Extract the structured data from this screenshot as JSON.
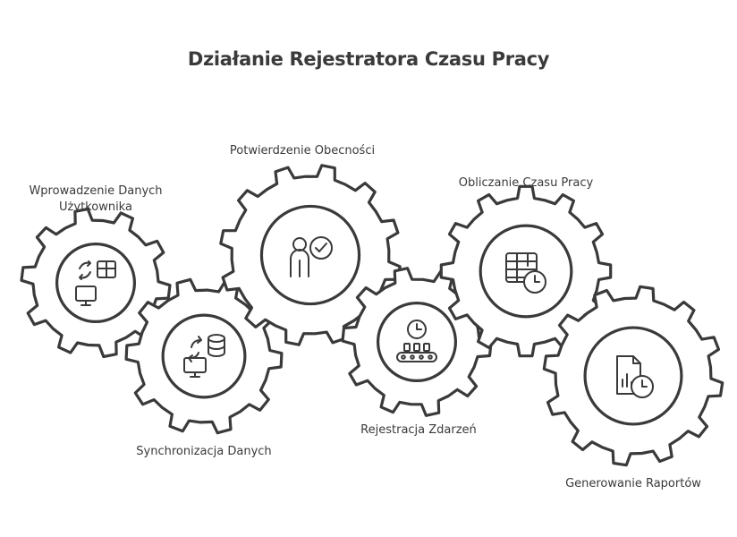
{
  "title": "Działanie Rejestratora Czasu Pracy",
  "steps": [
    {
      "label_lines": [
        "Wprowadzenie Danych",
        "Użytkownika"
      ],
      "icon": "data-input-icon"
    },
    {
      "label_lines": [
        "Synchronizacja Danych"
      ],
      "icon": "data-sync-icon"
    },
    {
      "label_lines": [
        "Potwierdzenie Obecności"
      ],
      "icon": "attendance-confirmation-icon"
    },
    {
      "label_lines": [
        "Rejestracja Zdarzeń"
      ],
      "icon": "event-registration-icon"
    },
    {
      "label_lines": [
        "Obliczanie Czasu Pracy"
      ],
      "icon": "work-time-calculation-icon"
    },
    {
      "label_lines": [
        "Generowanie Raportów"
      ],
      "icon": "report-generation-icon"
    }
  ],
  "colors": {
    "stroke": "#3a3a3a",
    "fill": "#ffffff",
    "text": "#3a3a3a"
  }
}
